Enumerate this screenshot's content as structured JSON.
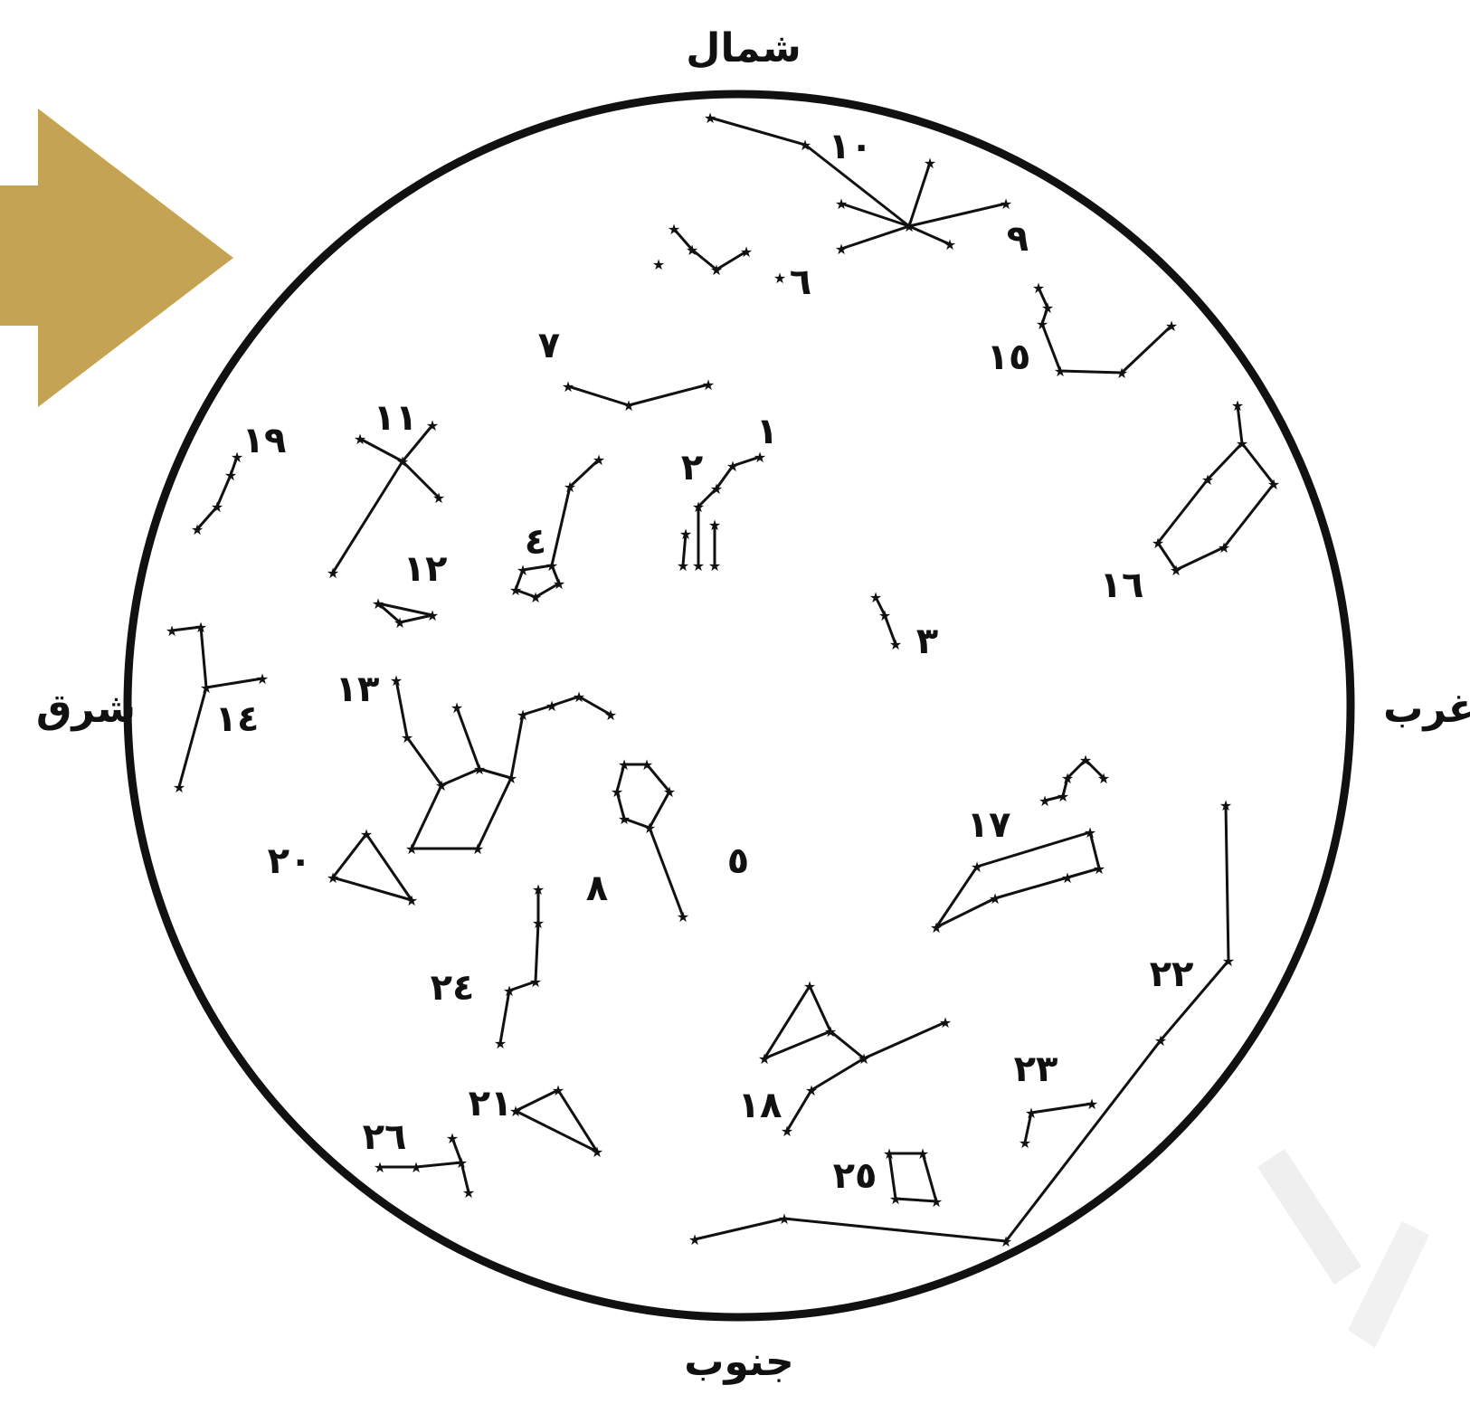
{
  "directions": {
    "north": "شمال",
    "south": "جنوب",
    "east": "شرق",
    "west": "غرب"
  },
  "constellation_numbers": [
    "١",
    "٢",
    "٣",
    "٤",
    "٥",
    "٦",
    "٧",
    "٨",
    "٩",
    "١٠",
    "١١",
    "١٢",
    "١٣",
    "١٤",
    "١٥",
    "١٦",
    "١٧",
    "١٨",
    "١٩",
    "٢٠",
    "٢١",
    "٢٢",
    "٢٣",
    "٢٤",
    "٢٥",
    "٢٦"
  ],
  "colors": {
    "arrow": "#C4A354",
    "ink": "#111111",
    "watermark": "#ececec"
  },
  "icons": {
    "pointer": "right-arrow-icon",
    "star": "star-mark-icon"
  }
}
